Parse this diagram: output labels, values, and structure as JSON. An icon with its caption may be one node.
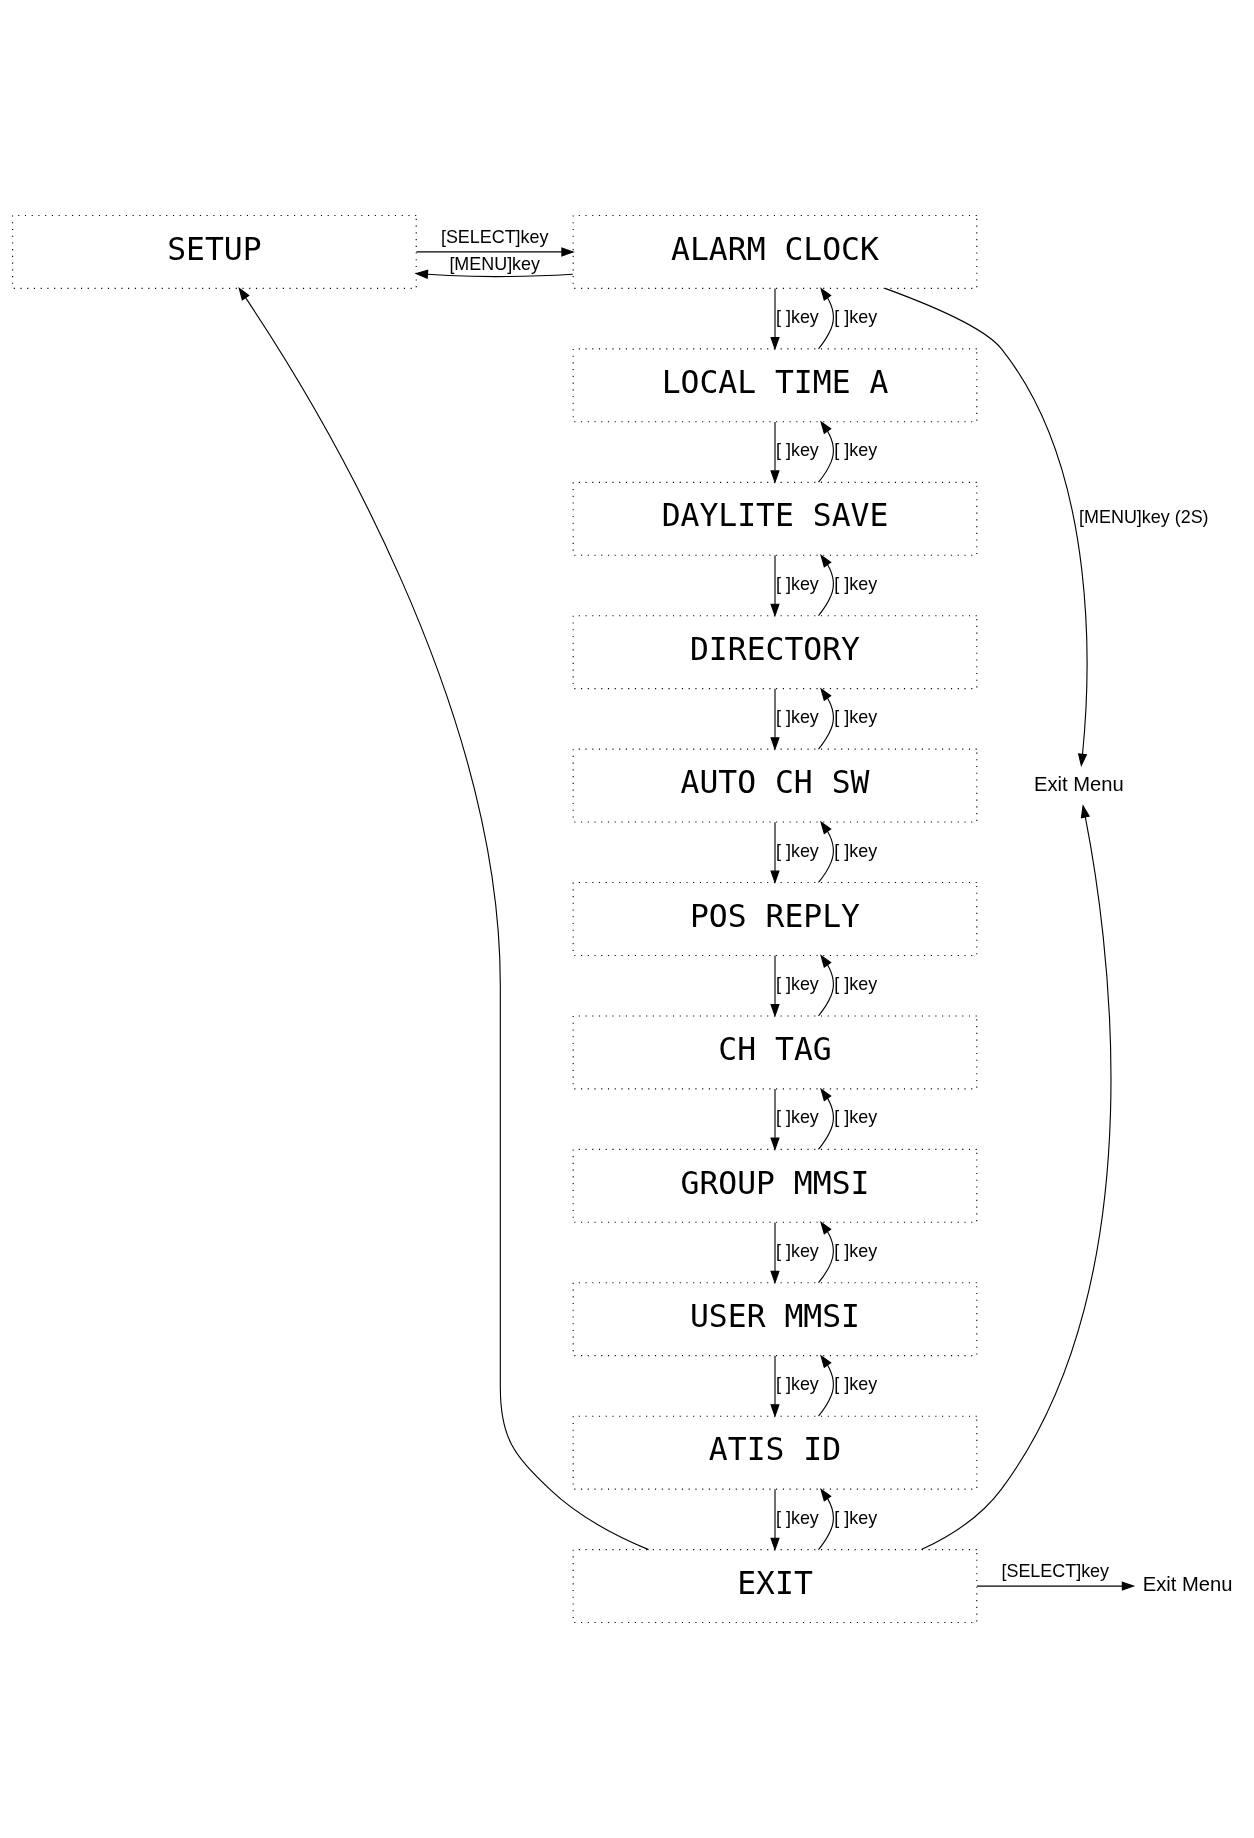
{
  "diagram": {
    "nodes": [
      {
        "text": [
          "SETUP"
        ]
      },
      {
        "text": [
          "ALARM CLOCK"
        ]
      },
      {
        "text": [
          "LOCAL TIME A"
        ]
      },
      {
        "text": [
          "DAYLITE SAVE"
        ]
      },
      {
        "text": [
          "DIRECTORY"
        ]
      },
      {
        "text": [
          "AUTO CH SW"
        ]
      },
      {
        "text": [
          "POS REPLY"
        ]
      },
      {
        "text": [
          "CH TAG"
        ]
      },
      {
        "text": [
          "GROUP MMSI"
        ]
      },
      {
        "text": [
          "USER MMSI"
        ]
      },
      {
        "text": [
          "ATIS ID"
        ]
      },
      {
        "text": [
          "EXIT"
        ]
      },
      {
        "text": [
          "Exit Menu"
        ]
      },
      {
        "text": [
          "Exit Menu"
        ]
      }
    ],
    "edges": [
      {
        "from": 0,
        "to": 1,
        "arrow": "to",
        "label": "[SELECT]key"
      },
      {
        "from": 1,
        "to": 2,
        "arrow": "to",
        "label": "[ ]key"
      },
      {
        "from": 2,
        "to": 1,
        "arrow": "to",
        "label": "[ ]key"
      },
      {
        "from": 2,
        "to": 3,
        "arrow": "to",
        "label": "[ ]key"
      },
      {
        "from": 3,
        "to": 2,
        "arrow": "to",
        "label": "[ ]key"
      },
      {
        "from": 3,
        "to": 4,
        "arrow": "to",
        "label": "[ ]key"
      },
      {
        "from": 4,
        "to": 3,
        "arrow": "to",
        "label": "[ ]key"
      },
      {
        "from": 4,
        "to": 5,
        "arrow": "to",
        "label": "[ ]key"
      },
      {
        "from": 5,
        "to": 4,
        "arrow": "to",
        "label": "[ ]key"
      },
      {
        "from": 5,
        "to": 6,
        "arrow": "to",
        "label": "[ ]key"
      },
      {
        "from": 6,
        "to": 5,
        "arrow": "to",
        "label": "[ ]key"
      },
      {
        "from": 6,
        "to": 7,
        "arrow": "to",
        "label": "[ ]key"
      },
      {
        "from": 7,
        "to": 6,
        "arrow": "to",
        "label": "[ ]key"
      },
      {
        "from": 7,
        "to": 8,
        "arrow": "to",
        "label": "[ ]key"
      },
      {
        "from": 8,
        "to": 7,
        "arrow": "to",
        "label": "[ ]key"
      },
      {
        "from": 8,
        "to": 9,
        "arrow": "to",
        "label": "[ ]key"
      },
      {
        "from": 9,
        "to": 8,
        "arrow": "to",
        "label": "[ ]key"
      },
      {
        "from": 9,
        "to": 10,
        "arrow": "to",
        "label": "[ ]key"
      },
      {
        "from": 10,
        "to": 9,
        "arrow": "to",
        "label": "[ ]key"
      },
      {
        "from": 10,
        "to": 11,
        "arrow": "to",
        "label": "[ ]key"
      },
      {
        "from": 11,
        "to": 10,
        "arrow": "to",
        "label": "[ ]key"
      },
      {
        "from": 1,
        "to": 0,
        "arrow": "to",
        "label": "[MENU]key"
      },
      {
        "from": 11,
        "to": 0,
        "arrow": "to"
      },
      {
        "from": 1,
        "to": 12,
        "arrow": "to",
        "label": "[MENU]key (2S)"
      },
      {
        "from": 11,
        "to": 12,
        "arrow": "to"
      },
      {
        "from": 11,
        "to": 13,
        "arrow": "to",
        "label": "[SELECT]key"
      }
    ]
  }
}
